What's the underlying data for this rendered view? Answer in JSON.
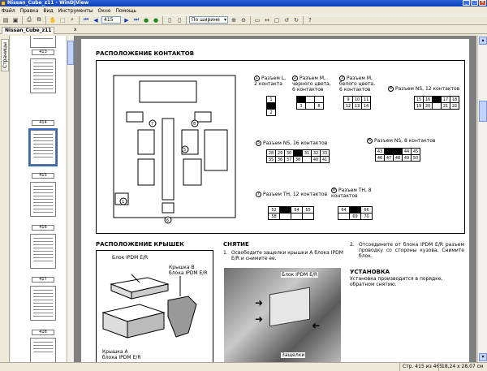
{
  "window": {
    "title": "Nissan_Cube_z11 - WinDjView",
    "min": "_",
    "max": "□",
    "close": "x"
  },
  "menu": [
    "Файл",
    "Правка",
    "Вид",
    "Инструменты",
    "Окно",
    "Помощь"
  ],
  "toolbar": {
    "page_value": "415",
    "zoom_value": "По ширине",
    "prev_glyph": "◀",
    "next_glyph": "▶",
    "first_glyph": "⏮",
    "last_glyph": "⏭"
  },
  "doc_tab": {
    "label": "Nissan_Cube_z11",
    "close": "x"
  },
  "side_tab": {
    "label": "Страницы"
  },
  "thumbnails": [
    "413",
    "414",
    "415",
    "416",
    "417",
    "418"
  ],
  "page": {
    "heading1": "РАСПОЛОЖЕНИЕ КОНТАКТОВ",
    "conn1": {
      "num": "1",
      "title": "Разъем L, 2 контакта",
      "cells": [
        "1",
        "",
        "2",
        ""
      ]
    },
    "conn2": {
      "num": "2",
      "title": "Разъем M, черного цвета, 6 контактов",
      "cells": [
        "",
        "",
        "",
        "3",
        "",
        "8"
      ]
    },
    "conn3": {
      "num": "3",
      "title": "Разъем M, белого цвета, 6 контактов",
      "cells": [
        "9",
        "10",
        "11",
        "12",
        "13",
        "14"
      ]
    },
    "conn4": {
      "num": "4",
      "title": "Разъем NS, 12 контактов",
      "cells": [
        "15",
        "16",
        "",
        "17",
        "18",
        "19",
        "20",
        "",
        "21",
        "22"
      ]
    },
    "conn5": {
      "num": "5",
      "title": "Разъем NS, 16 контактов",
      "cells": [
        "28",
        "29",
        "30",
        "",
        "31",
        "32",
        "33",
        "35",
        "36",
        "37",
        "38",
        "",
        "40",
        "41"
      ]
    },
    "conn6": {
      "num": "6",
      "title": "Разъем NS, 8 контактов",
      "cells": [
        "43",
        "",
        "44",
        "45",
        "46",
        "47",
        "48",
        "49",
        "50"
      ]
    },
    "conn7": {
      "num": "7",
      "title": "Разъем TH, 12 контактов",
      "cells": [
        "52",
        "",
        "54",
        "55",
        "58",
        "",
        "",
        ""
      ]
    },
    "conn8": {
      "num": "8",
      "title": "Разъем TH, 8 контактов",
      "cells": [
        "64",
        "",
        "66",
        "69",
        "70"
      ]
    },
    "heading2": "РАСПОЛОЖЕНИЕ КРЫШЕК",
    "cover_a": "Крышка А блока IPDM E/R",
    "cover_b": "Крышка В блока IPDM E/R",
    "ipdm_block": "Блок IPDM E/R",
    "removal_title": "СНЯТИЕ",
    "step1_num": "1.",
    "step1": "Освободите защелки крышки А блока IPDM E/R и снимите ее.",
    "step2_num": "2.",
    "step2": "Отсоедините от блока IPDM E/R разъем проводку со стороны кузова. Снимите блок.",
    "install_title": "УСТАНОВКА",
    "install_text": "Установка производится в порядке, обратном снятию.",
    "photo_label1": "Блок IPDM E/R",
    "photo_label2": "Защелки"
  },
  "status": {
    "page": "Стр. 415 из 465",
    "size": "18,24 x 28,07 см"
  }
}
